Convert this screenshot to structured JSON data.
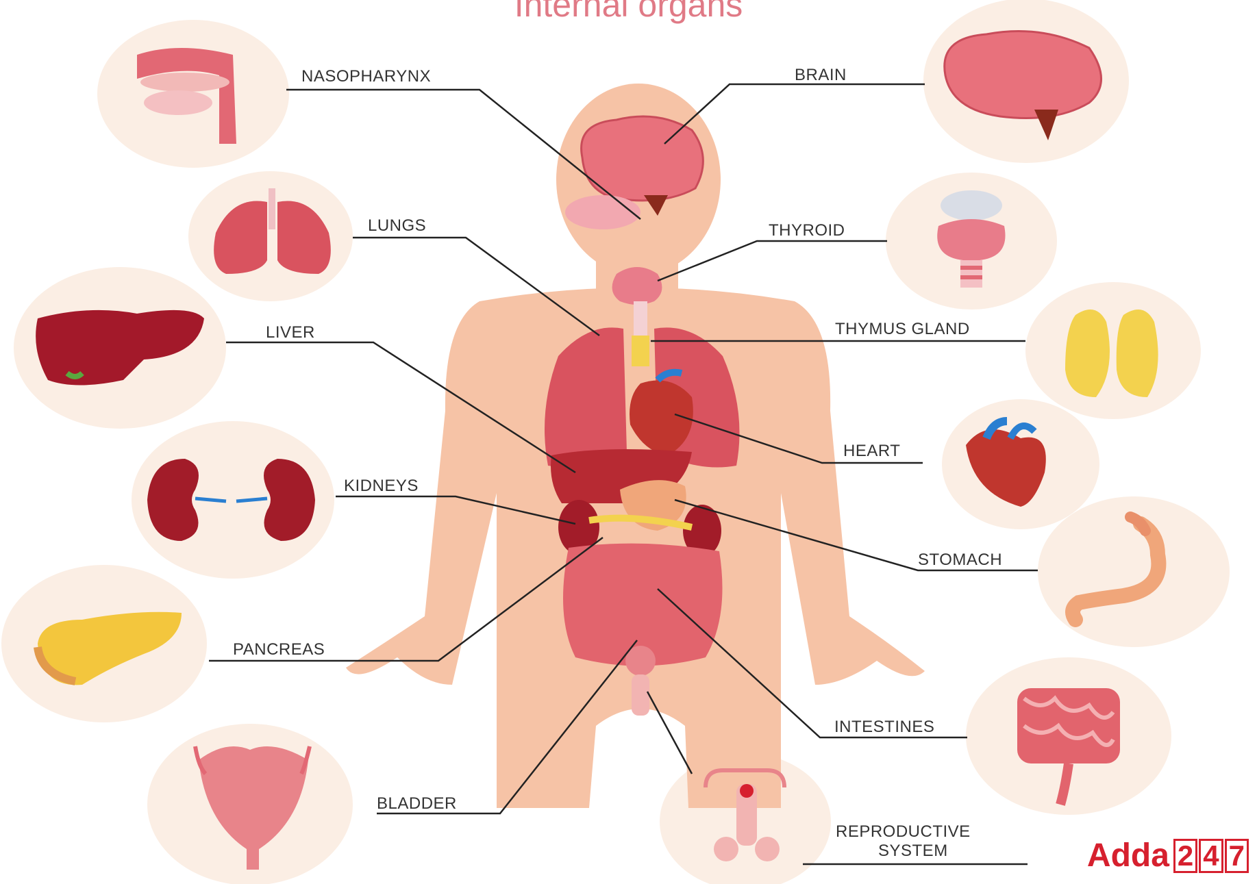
{
  "title": "Internal organs",
  "labels": {
    "nasopharynx": "NASOPHARYNX",
    "lungs": "LUNGS",
    "liver": "LIVER",
    "kidneys": "KIDNEYS",
    "pancreas": "PANCREAS",
    "bladder": "BLADDER",
    "brain": "BRAIN",
    "thyroid": "THYROID",
    "thymus": "THYMUS GLAND",
    "heart": "HEART",
    "stomach": "STOMACH",
    "intestines": "INTESTINES",
    "reproductive_line1": "REPRODUCTIVE",
    "reproductive_line2": "SYSTEM"
  },
  "logo": {
    "text": "Adda",
    "digits": [
      "2",
      "4",
      "7"
    ]
  },
  "colors": {
    "skin": "#f6c3a6",
    "circle_bg": "#fbeee4",
    "organ_red": "#d94a57",
    "organ_dark": "#a3192a",
    "brain_pink": "#e8717c",
    "title": "#e07a86",
    "brand": "#d6202e"
  }
}
